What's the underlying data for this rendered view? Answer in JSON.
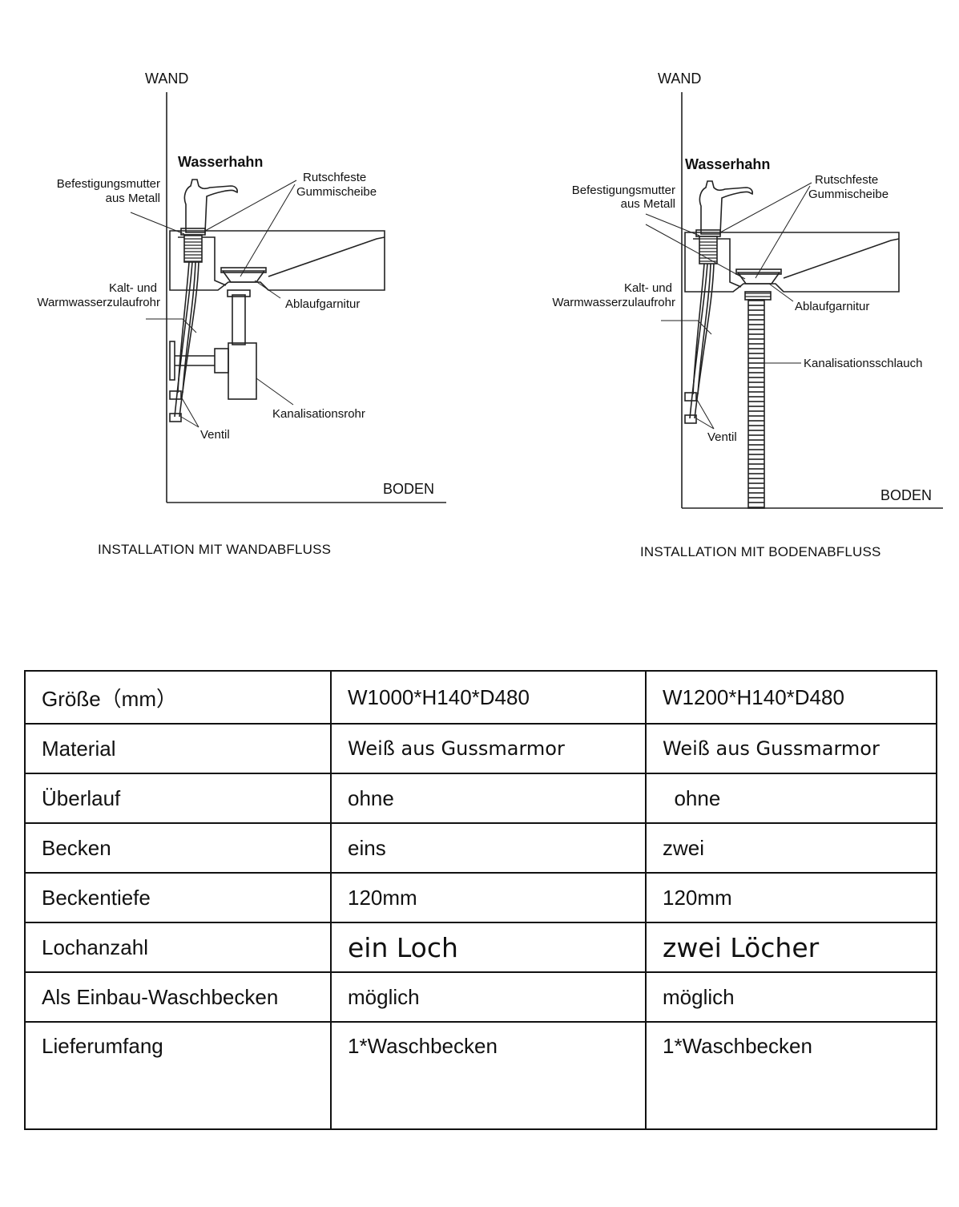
{
  "diagrams": [
    {
      "caption": "INSTALLATION MIT WANDABFLUSS",
      "labels": {
        "wall": "WAND",
        "floor": "BODEN",
        "faucet": "Wasserhahn",
        "nut_line1": "Befestigungsmutter",
        "nut_line2": "aus Metall",
        "washer_line1": "Rutschfeste",
        "washer_line2": "Gummischeibe",
        "pipe_line1": "Kalt- und",
        "pipe_line2": "Warmwasserzulaufrohr",
        "drain_set": "Ablaufgarnitur",
        "sewer": "Kanalisationsrohr",
        "valve": "Ventil"
      }
    },
    {
      "caption": "INSTALLATION MIT BODENABFLUSS",
      "labels": {
        "wall": "WAND",
        "floor": "BODEN",
        "faucet": "Wasserhahn",
        "nut_line1": "Befestigungsmutter",
        "nut_line2": "aus Metall",
        "washer_line1": "Rutschfeste",
        "washer_line2": "Gummischeibe",
        "pipe_line1": "Kalt- und",
        "pipe_line2": "Warmwasserzulaufrohr",
        "drain_set": "Ablaufgarnitur",
        "sewer": "Kanalisationsschlauch",
        "valve": "Ventil"
      }
    }
  ],
  "spec_table": {
    "rows": [
      [
        "Größe（mm）",
        "W1000*H140*D480",
        "W1200*H140*D480"
      ],
      [
        "Material",
        "Weiß aus Gussmarmor",
        "Weiß aus Gussmarmor"
      ],
      [
        "Überlauf",
        "ohne",
        "  ohne"
      ],
      [
        "Becken",
        "eins",
        "zwei"
      ],
      [
        "Beckentiefe",
        "120mm",
        "120mm"
      ],
      [
        "Lochanzahl",
        "ein Loch",
        "zwei Löcher"
      ],
      [
        "Als Einbau-Waschbecken",
        "möglich",
        "möglich"
      ],
      [
        "Lieferumfang",
        "1*Waschbecken",
        "1*Waschbecken"
      ]
    ]
  }
}
